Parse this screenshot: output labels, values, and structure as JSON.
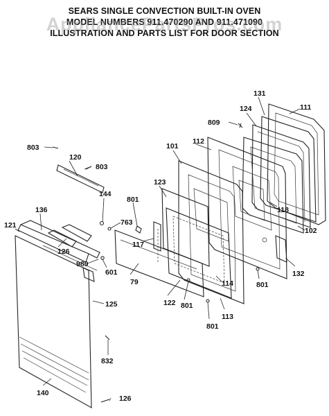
{
  "header": {
    "line1": "SEARS SINGLE CONVECTION BUILT-IN OVEN",
    "line2": "MODEL NUMBERS 911.470290 AND 911.471090",
    "line3": "ILLUSTRATION AND PARTS LIST FOR DOOR SECTION"
  },
  "watermark": "AppliancePartsPros.com",
  "callouts": {
    "p809": "809",
    "p131": "131",
    "p111": "111",
    "p124": "124",
    "p112": "112",
    "p101": "101",
    "p803a": "803",
    "p120": "120",
    "p803b": "803",
    "p123": "123",
    "p118": "118",
    "p144": "144",
    "p801a": "801",
    "p763": "763",
    "p136": "136",
    "p121": "121",
    "p126a": "126",
    "p117": "117",
    "p102": "102",
    "p989": "989",
    "p601": "601",
    "p114": "114",
    "p132": "132",
    "p79": "79",
    "p801b": "801",
    "p125": "125",
    "p122": "122",
    "p801c": "801",
    "p801d": "801",
    "p113": "113",
    "p832": "832",
    "p140": "140",
    "p126b": "126"
  }
}
